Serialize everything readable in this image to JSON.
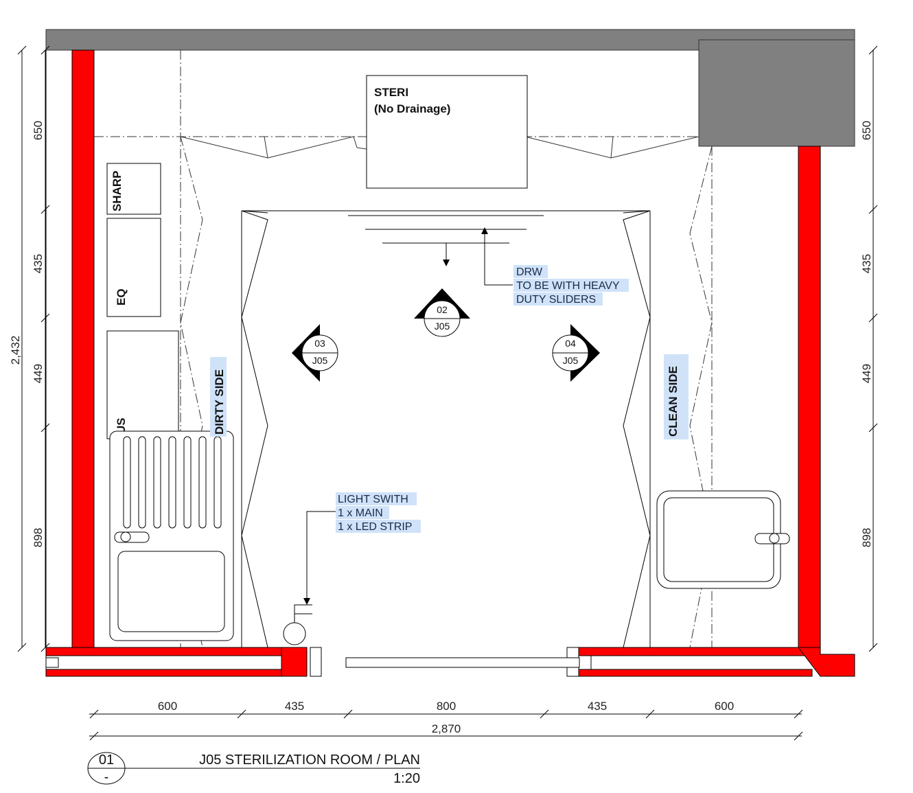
{
  "labels": {
    "steri_line1": "STERI",
    "steri_line2": "(No Drainage)",
    "sharp": "SHARP",
    "eq": "EQ",
    "us": "US",
    "dirty_side": "DIRTY SIDE",
    "clean_side": "CLEAN SIDE",
    "drw_note": [
      "DRW",
      "TO BE WITH HEAVY",
      "DUTY SLIDERS"
    ],
    "light_note": [
      "LIGHT SWITH",
      "1 x MAIN",
      "1 x LED STRIP"
    ]
  },
  "section_markers": [
    {
      "num": "02",
      "ref": "J05"
    },
    {
      "num": "03",
      "ref": "J05"
    },
    {
      "num": "04",
      "ref": "J05"
    }
  ],
  "dimensions": {
    "vertical_left": [
      "650",
      "435",
      "449",
      "898"
    ],
    "vertical_total": "2,432",
    "vertical_right": [
      "650",
      "435",
      "449",
      "898"
    ],
    "horizontal": [
      "600",
      "435",
      "800",
      "435",
      "600"
    ],
    "horizontal_total": "2,870"
  },
  "title_block": {
    "number": "01",
    "sheet": "-",
    "title": "J05 STERILIZATION ROOM / PLAN",
    "scale": "1:20"
  },
  "colors": {
    "wall": "#ff0000",
    "ceiling": "#808080",
    "highlight": "#cfe2f8"
  }
}
